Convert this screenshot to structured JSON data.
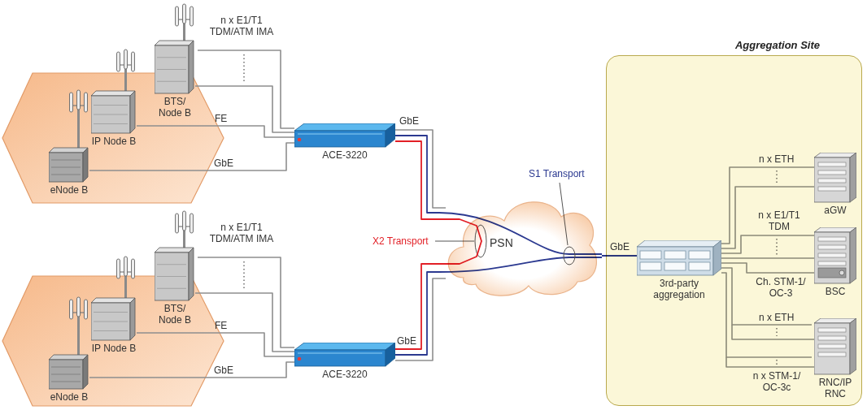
{
  "diagram": {
    "nodes": [
      {
        "text": [
          "Aggregation Site"
        ]
      },
      {
        "text": [
          "BTS/ Node B"
        ]
      },
      {
        "text": [
          "IP Node B"
        ]
      },
      {
        "text": [
          "eNode B"
        ]
      },
      {
        "text": [
          "ACE-3220"
        ]
      },
      {
        "text": [
          "BTS/ Node B"
        ]
      },
      {
        "text": [
          "IP Node B"
        ]
      },
      {
        "text": [
          "eNode B"
        ]
      },
      {
        "text": [
          "ACE-3220"
        ]
      },
      {
        "text": [
          "PSN"
        ]
      },
      {
        "text": [
          "3rd-party aggregation"
        ],
        "in": 0
      },
      {
        "text": [
          "aGW"
        ],
        "in": 0
      },
      {
        "text": [
          "BSC"
        ],
        "in": 0
      },
      {
        "text": [
          "RNC/IP RNC"
        ],
        "in": 0
      }
    ],
    "edges": [
      {
        "from": 1,
        "to": 4,
        "arrow": "none",
        "label": "n x E1/T1 TDM/ATM IMA"
      },
      {
        "from": 2,
        "to": 4,
        "arrow": "none",
        "label": "FE"
      },
      {
        "from": 3,
        "to": 4,
        "arrow": "none",
        "label": "GbE"
      },
      {
        "from": 5,
        "to": 8,
        "arrow": "none",
        "label": "n x E1/T1 TDM/ATM IMA"
      },
      {
        "from": 6,
        "to": 8,
        "arrow": "none",
        "label": "FE"
      },
      {
        "from": 7,
        "to": 8,
        "arrow": "none",
        "label": "GbE"
      },
      {
        "from": 4,
        "to": 9,
        "arrow": "none",
        "label": "GbE"
      },
      {
        "from": 8,
        "to": 9,
        "arrow": "none",
        "label": "GbE"
      },
      {
        "from": 4,
        "to": 8,
        "arrow": "none"
      },
      {
        "from": 9,
        "to": 10,
        "arrow": "none",
        "label": "GbE"
      },
      {
        "from": 10,
        "to": 11,
        "arrow": "none",
        "label": "n x ETH"
      },
      {
        "from": 10,
        "to": 12,
        "arrow": "none",
        "label": "n x E1/T1 TDM"
      },
      {
        "from": 10,
        "to": 12,
        "arrow": "none",
        "label": "Ch. STM-1/ OC-3"
      },
      {
        "from": 10,
        "to": 13,
        "arrow": "none",
        "label": "n x ETH"
      },
      {
        "from": 10,
        "to": 13,
        "arrow": "none",
        "label": "n x STM-1/ OC-3c"
      }
    ],
    "labels": [
      "X2 Transport",
      "S1 Transport"
    ]
  }
}
